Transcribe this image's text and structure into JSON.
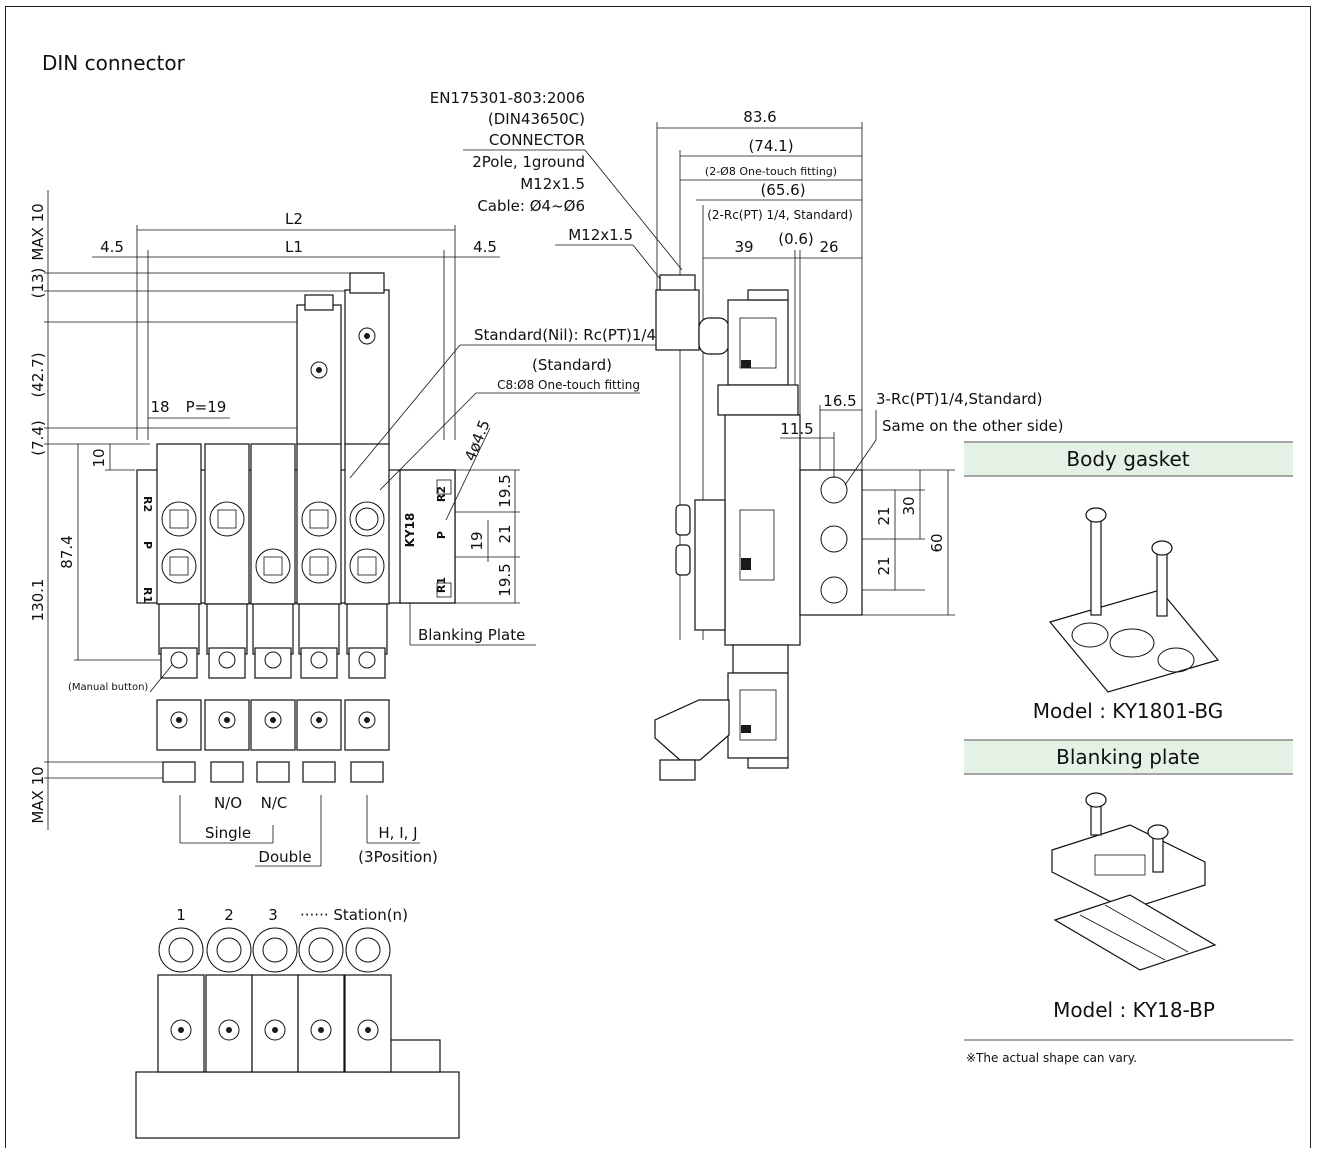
{
  "title": "DIN connector",
  "connector": {
    "line1": "EN175301-803:2006",
    "line2": "(DIN43650C)",
    "line3": "CONNECTOR",
    "line4": "2Pole, 1ground",
    "line5": "M12x1.5",
    "line6": "Cable: Ø4~Ø6"
  },
  "front": {
    "l2": "L2",
    "l1": "L1",
    "left_margin": "4.5",
    "right_margin": "4.5",
    "pitch_a": "18",
    "pitch_b": "P=19",
    "dim_10": "10",
    "max10_top": "MAX 10",
    "d13": "(13)",
    "d427": "(42.7)",
    "d74": "(7.4)",
    "d874": "87.4",
    "d1301": "130.1",
    "max10_bottom": "MAX 10",
    "port_std": "Standard(Nil): Rc(PT)1/4",
    "port_std2": "(Standard)",
    "port_c8": "C8:Ø8 One-touch fitting",
    "hole": "4ø4.5",
    "d195a": "19.5",
    "d19": "19",
    "d21": "21",
    "d195b": "19.5",
    "blanking_label": "Blanking Plate",
    "manual_button": "(Manual button)",
    "no": "N/O",
    "nc": "N/C",
    "single": "Single",
    "double": "Double",
    "hij": "H, I, J",
    "pos3": "(3Position)",
    "port_r2": "R2",
    "port_p": "P",
    "port_r1": "R1",
    "plate_model": "KY18"
  },
  "side": {
    "d836": "83.6",
    "d741": "(74.1)",
    "d741_note": "(2-Ø8 One-touch fitting)",
    "d656": "(65.6)",
    "d656_note": "(2-Rc(PT) 1/4, Standard)",
    "d39": "39",
    "d06": "(0.6)",
    "d26": "26",
    "m12": "M12x1.5",
    "d165": "16.5",
    "d115": "11.5",
    "rc3": "3-Rc(PT)1/4,Standard)",
    "rc3b": "Same on the other side)",
    "d21a": "21",
    "d21b": "21",
    "d30": "30",
    "d60": "60"
  },
  "stations": {
    "s1": "1",
    "s2": "2",
    "s3": "3",
    "sn": "······ Station(n)"
  },
  "parts": {
    "gasket_title": "Body gasket",
    "gasket_model": "Model : KY1801-BG",
    "plate_title": "Blanking plate",
    "plate_model": "Model : KY18-BP",
    "note": "※The actual shape can vary.",
    "accent": "#e4f2e6"
  }
}
